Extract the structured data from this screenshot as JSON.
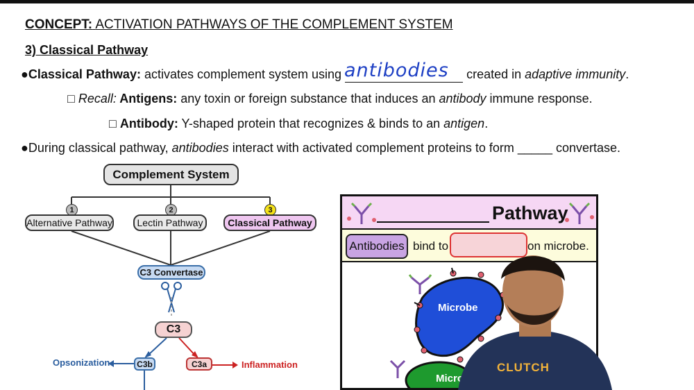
{
  "heading": {
    "prefix": "CONCEPT:",
    "title": "ACTIVATION PATHWAYS OF THE COMPLEMENT SYSTEM"
  },
  "subheading": "3) Classical Pathway",
  "bullets": {
    "b1": {
      "lead": "●Classical Pathway:",
      "text1": " activates complement system using ",
      "text2": " created in ",
      "italic": "adaptive immunity",
      "end": "."
    },
    "b1_handwritten": "antibodies",
    "b2": {
      "box": "□ ",
      "recall": "Recall:",
      "bold": " Antigens:",
      "text1": " any toxin or foreign substance that induces an ",
      "italic": "antibody",
      "text2": " immune response."
    },
    "b3": {
      "box": "□ ",
      "bold": "Antibody:",
      "text1": " Y-shaped protein that recognizes & binds to an ",
      "italic": "antigen",
      "end": "."
    },
    "b4": {
      "text1": "●During classical pathway, ",
      "italic": "antibodies",
      "text2": " interact with activated complement proteins to form ",
      "blank": "_____",
      "text3": " convertase."
    }
  },
  "diagram": {
    "root": "Complement System",
    "pathways": [
      {
        "num": "1",
        "label": "Alternative Pathway",
        "num_color": "#bdbdbd"
      },
      {
        "num": "2",
        "label": "Lectin Pathway",
        "num_color": "#bdbdbd"
      },
      {
        "num": "3",
        "label": "Classical Pathway",
        "num_color": "#f5e21a"
      }
    ],
    "c3_convertase": "C3 Convertase",
    "c3": "C3",
    "c3b": "C3b",
    "c3a": "C3a",
    "opsonization": "Opsonization",
    "inflammation": "Inflammation"
  },
  "panel": {
    "title": "Pathway",
    "antibodies": "Antibodies",
    "bind_to": "bind to",
    "on_microbe": "on microbe.",
    "microbe": "Microbe",
    "microbe2": "Micro"
  },
  "presenter": {
    "shirt_logo": "CLUTCH"
  },
  "colors": {
    "accent_pink": "#f6d7f4",
    "accent_yellow": "#fdfcdc",
    "microbe_blue": "#1f4ed8",
    "microbe_green": "#1e9a2e",
    "handwriting": "#1d3fc4"
  }
}
